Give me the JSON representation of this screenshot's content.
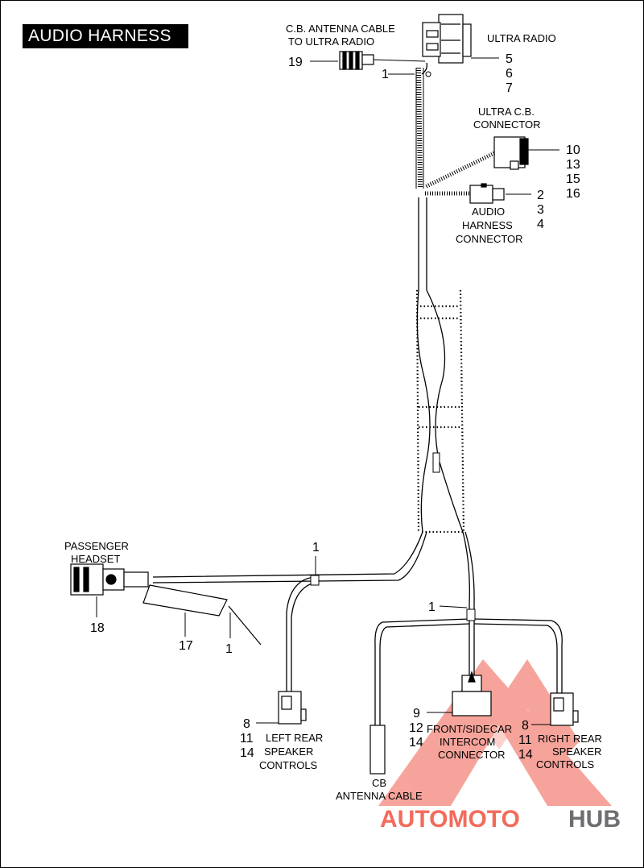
{
  "title": "AUDIO HARNESS",
  "labels": {
    "cb_antenna_line1": "C.B. ANTENNA CABLE",
    "cb_antenna_line2": "TO ULTRA RADIO",
    "ultra_radio": "ULTRA RADIO",
    "ultra_cb_line1": "ULTRA C.B.",
    "ultra_cb_line2": "CONNECTOR",
    "audio_conn_line1": "AUDIO",
    "audio_conn_line2": "HARNESS",
    "audio_conn_line3": "CONNECTOR",
    "passenger_line1": "PASSENGER",
    "passenger_line2": "HEADSET",
    "left_rear_line1": "LEFT REAR",
    "left_rear_line2": "SPEAKER",
    "left_rear_line3": "CONTROLS",
    "front_line1": "FRONT/SIDECAR",
    "front_line2": "INTERCOM",
    "front_line3": "CONNECTOR",
    "right_rear_line1": "RIGHT REAR",
    "right_rear_line2": "SPEAKER",
    "right_rear_line3": "CONTROLS",
    "cb_cable_line1": "CB",
    "cb_cable_line2": "ANTENNA CABLE"
  },
  "callouts": {
    "c19": "19",
    "c1_top": "1",
    "c5": "5",
    "c6": "6",
    "c7": "7",
    "c10": "10",
    "c13": "13",
    "c15": "15",
    "c16": "16",
    "c2": "2",
    "c3": "3",
    "c4": "4",
    "c1_mid": "1",
    "c18": "18",
    "c17": "17",
    "c1_headset": "1",
    "c1_right": "1",
    "c8_left": "8",
    "c11_left": "11",
    "c14_left": "14",
    "c9": "9",
    "c12": "12",
    "c14_front": "14",
    "c8_right": "8",
    "c11_right": "11",
    "c14_right": "14"
  },
  "watermark": {
    "part1": "AUTOMOTO",
    "part2": "HUB",
    "color1": "#f26b5b",
    "color2": "#6d6e71"
  }
}
